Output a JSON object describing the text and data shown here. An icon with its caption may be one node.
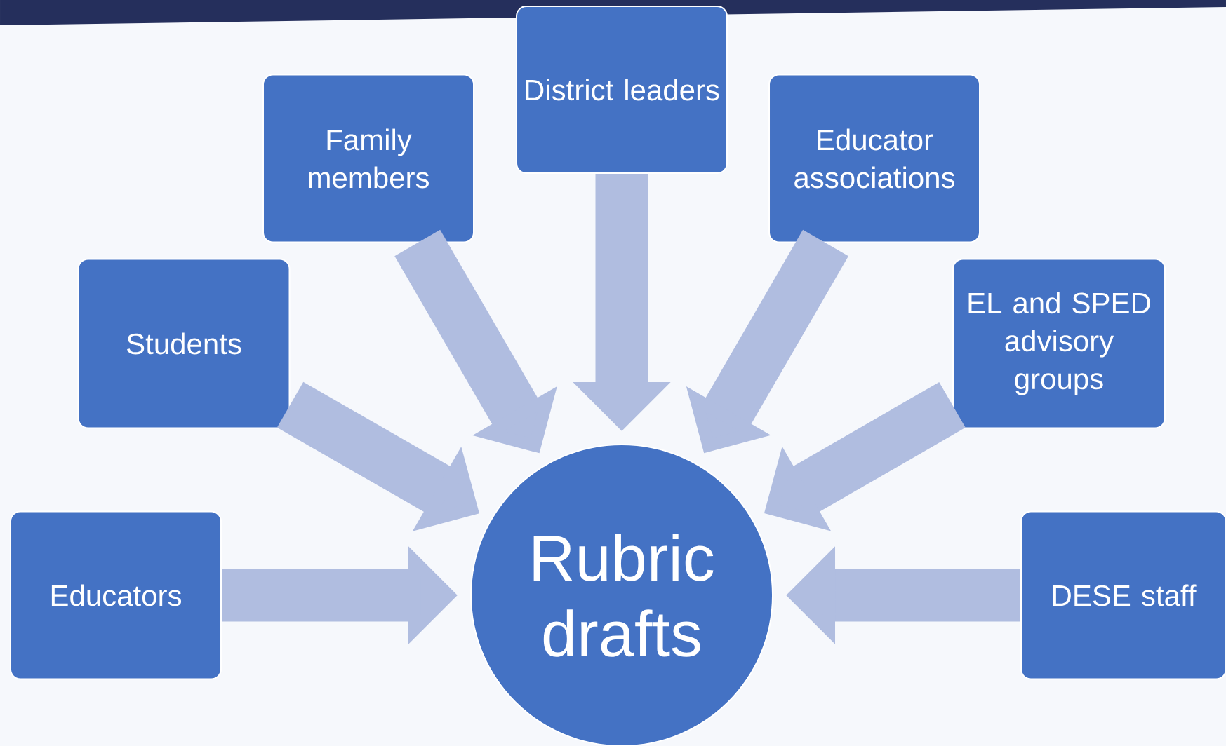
{
  "diagram": {
    "nodes": [
      {
        "text": [
          "District leaders"
        ]
      },
      {
        "text": [
          "Family members"
        ]
      },
      {
        "text": [
          "Educator associations"
        ]
      },
      {
        "text": [
          "Students"
        ]
      },
      {
        "text": [
          "EL and SPED advisory groups"
        ]
      },
      {
        "text": [
          "Educators"
        ]
      },
      {
        "text": [
          "Rubric drafts"
        ]
      },
      {
        "text": [
          "DESE staff"
        ]
      }
    ],
    "edges": [
      {
        "from": 0,
        "to": 6,
        "arrow": "to"
      },
      {
        "from": 1,
        "to": 6,
        "arrow": "to"
      },
      {
        "from": 2,
        "to": 6,
        "arrow": "to"
      },
      {
        "from": 3,
        "to": 6,
        "arrow": "to"
      },
      {
        "from": 4,
        "to": 6,
        "arrow": "to"
      },
      {
        "from": 5,
        "to": 6,
        "arrow": "to"
      },
      {
        "from": 7,
        "to": 6,
        "arrow": "to"
      }
    ]
  }
}
